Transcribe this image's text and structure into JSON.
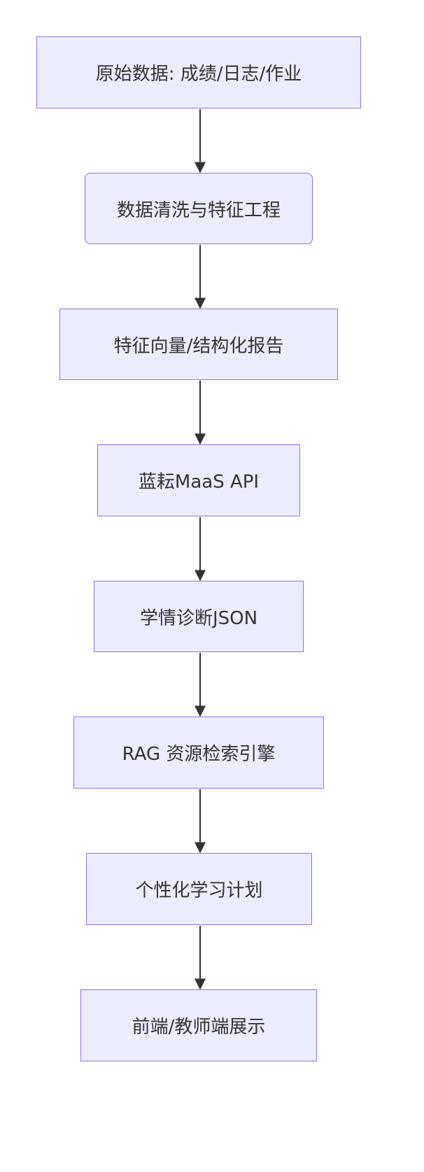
{
  "diagram": {
    "type": "flowchart",
    "direction": "top-down",
    "node_fill": "#ececff",
    "node_border": "#9370db",
    "edge_color": "#333333",
    "nodes": [
      {
        "id": "n1",
        "label": "原始数据: 成绩/日志/作业"
      },
      {
        "id": "n2",
        "label": "数据清洗与特征工程",
        "shape": "rounded"
      },
      {
        "id": "n3",
        "label": "特征向量/结构化报告"
      },
      {
        "id": "n4",
        "label": "蓝耘MaaS API"
      },
      {
        "id": "n5",
        "label": "学情诊断JSON"
      },
      {
        "id": "n6",
        "label": "RAG 资源检索引擎"
      },
      {
        "id": "n7",
        "label": "个性化学习计划"
      },
      {
        "id": "n8",
        "label": "前端/教师端展示"
      }
    ],
    "edges": [
      {
        "from": "n1",
        "to": "n2"
      },
      {
        "from": "n2",
        "to": "n3"
      },
      {
        "from": "n3",
        "to": "n4"
      },
      {
        "from": "n4",
        "to": "n5"
      },
      {
        "from": "n5",
        "to": "n6"
      },
      {
        "from": "n6",
        "to": "n7"
      },
      {
        "from": "n7",
        "to": "n8"
      }
    ]
  }
}
